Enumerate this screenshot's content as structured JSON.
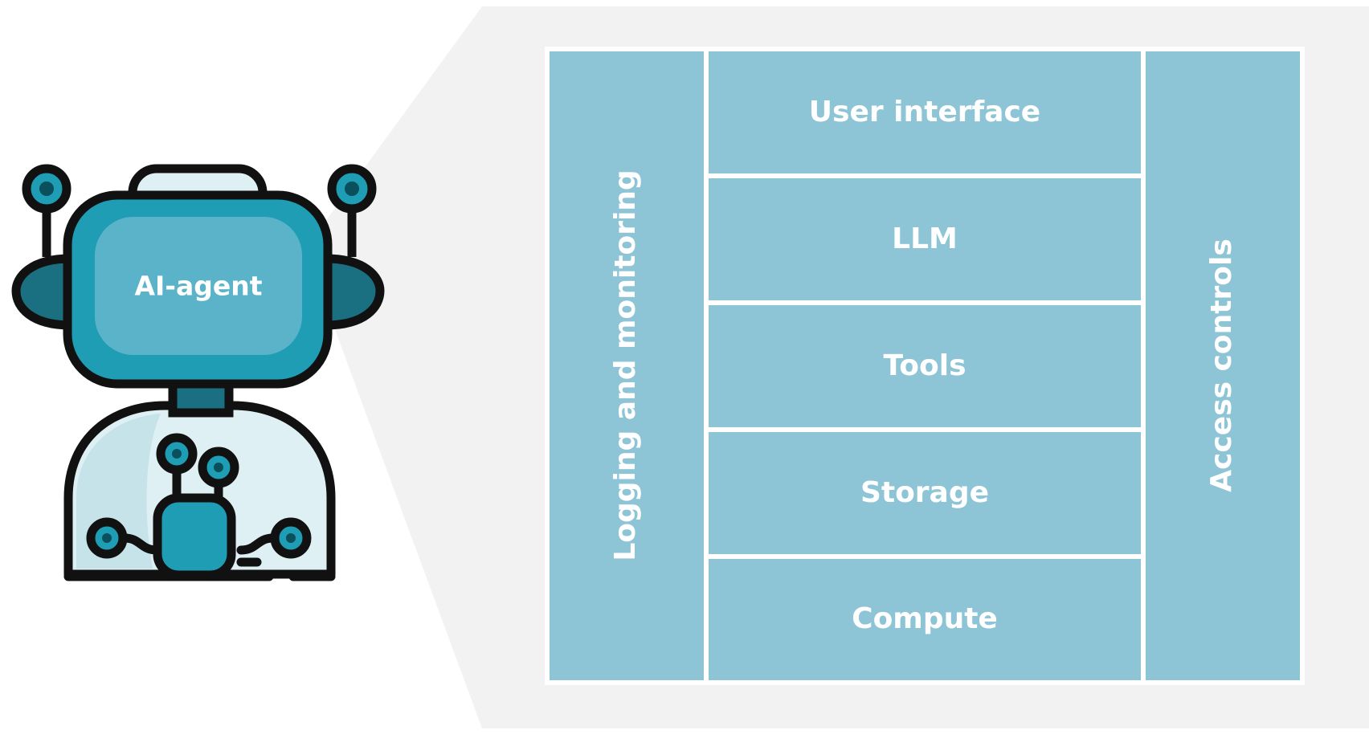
{
  "agent": {
    "label": "AI-agent",
    "icon": "robot-icon"
  },
  "stack": {
    "left_column": "Logging  and monitoring",
    "right_column": "Access controls",
    "layers": [
      {
        "label": "User interface"
      },
      {
        "label": "LLM"
      },
      {
        "label": "Tools"
      },
      {
        "label": "Storage"
      },
      {
        "label": "Compute"
      }
    ]
  },
  "colors": {
    "background": "#ffffff",
    "callout": "#f2f2f2",
    "cell_fill": "#8ec5d6",
    "cell_border": "#ffffff",
    "robot_teal": "#1e9db5",
    "robot_light_teal": "#5bb3c9",
    "robot_body": "#dff0f4",
    "outline": "#111111"
  }
}
